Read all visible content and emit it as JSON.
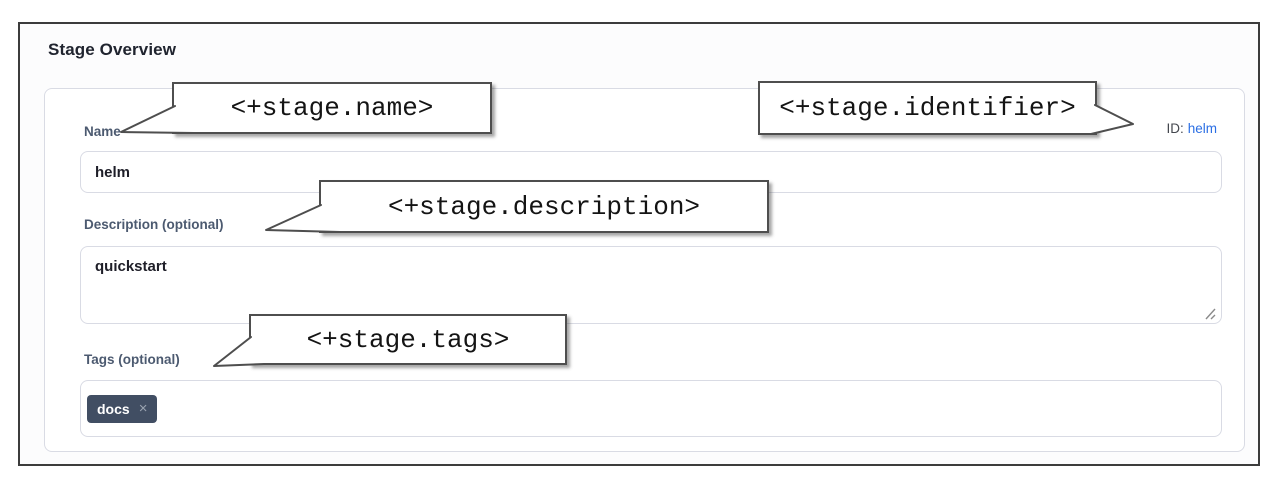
{
  "heading": "Stage Overview",
  "form": {
    "name": {
      "label": "Name",
      "value": "helm"
    },
    "identifier": {
      "label": "ID:",
      "value": "helm"
    },
    "description": {
      "label": "Description (optional)",
      "value": "quickstart"
    },
    "tags": {
      "label": "Tags (optional)",
      "chips": [
        {
          "text": "docs",
          "remove_icon": "×"
        }
      ]
    }
  },
  "annotations": {
    "name": "<+stage.name>",
    "identifier": "<+stage.identifier>",
    "description": "<+stage.description>",
    "tags": "<+stage.tags>"
  },
  "colors": {
    "accent": "#2b6fe4",
    "chip_bg": "#414e63",
    "label": "#4c5a70",
    "input_border": "#d9dbe4",
    "frame_border": "#3c3c3c",
    "callout_border": "#4e4e4e",
    "heading_text": "#20242f",
    "input_text": "#1e1e28",
    "id_label": "#44474e"
  }
}
